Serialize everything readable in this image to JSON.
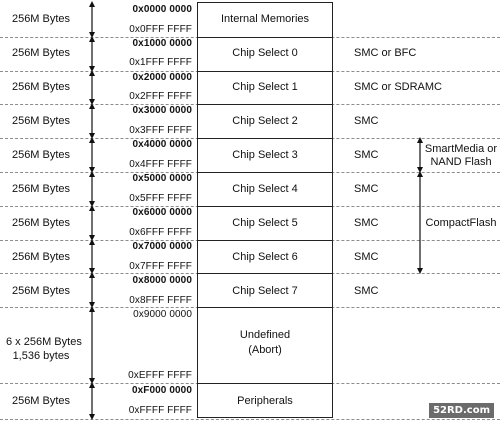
{
  "rows": [
    {
      "size": "256M Bytes",
      "start": "0x0000 0000",
      "end": "0x0FFF FFFF",
      "region": "Internal Memories",
      "controller": ""
    },
    {
      "size": "256M Bytes",
      "start": "0x1000 0000",
      "end": "0x1FFF FFFF",
      "region": "Chip Select 0",
      "controller": "SMC or BFC"
    },
    {
      "size": "256M Bytes",
      "start": "0x2000 0000",
      "end": "0x2FFF FFFF",
      "region": "Chip Select 1",
      "controller": "SMC or SDRAMC"
    },
    {
      "size": "256M Bytes",
      "start": "0x3000 0000",
      "end": "0x3FFF FFFF",
      "region": "Chip Select 2",
      "controller": "SMC"
    },
    {
      "size": "256M Bytes",
      "start": "0x4000 0000",
      "end": "0x4FFF FFFF",
      "region": "Chip Select 3",
      "controller": "SMC"
    },
    {
      "size": "256M Bytes",
      "start": "0x5000 0000",
      "end": "0x5FFF FFFF",
      "region": "Chip Select 4",
      "controller": "SMC"
    },
    {
      "size": "256M Bytes",
      "start": "0x6000 0000",
      "end": "0x6FFF FFFF",
      "region": "Chip Select 5",
      "controller": "SMC"
    },
    {
      "size": "256M Bytes",
      "start": "0x7000 0000",
      "end": "0x7FFF FFFF",
      "region": "Chip Select 6",
      "controller": "SMC"
    },
    {
      "size": "256M Bytes",
      "start": "0x8000 0000",
      "end": "0x8FFF FFFF",
      "region": "Chip Select 7",
      "controller": "SMC"
    },
    {
      "size_line1": "6 x 256M Bytes",
      "size_line2": "1,536 bytes",
      "start": "0x9000 0000",
      "end": "0xEFFF FFFF",
      "region_line1": "Undefined",
      "region_line2": "(Abort)"
    },
    {
      "size": "256M Bytes",
      "start": "0xF000 0000",
      "end": "0xFFFF FFFF",
      "region": "Peripherals",
      "controller": ""
    }
  ],
  "side_labels": {
    "smartmedia_line1": "SmartMedia or",
    "smartmedia_line2": "NAND Flash",
    "compactflash": "CompactFlash"
  },
  "watermark": "52RD.com"
}
